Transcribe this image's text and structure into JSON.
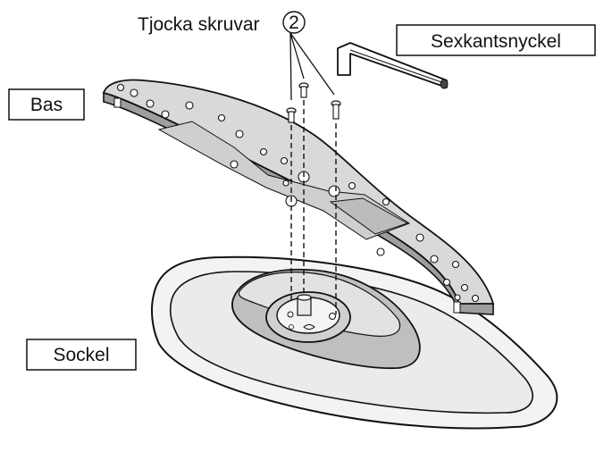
{
  "labels": {
    "screws": "Tjocka skruvar",
    "screws_count": "2",
    "hex_key": "Sexkantsnyckel",
    "base": "Bas",
    "stand": "Sockel"
  },
  "colors": {
    "ink": "#111111",
    "base_fill": "#d6d6d6",
    "base_side": "#9a9a9a",
    "stand_fill": "#eeeeee",
    "stand_shade": "#bdbdbd"
  },
  "icons": [
    "hex-key-icon",
    "screw-icon",
    "circled-number-icon"
  ]
}
